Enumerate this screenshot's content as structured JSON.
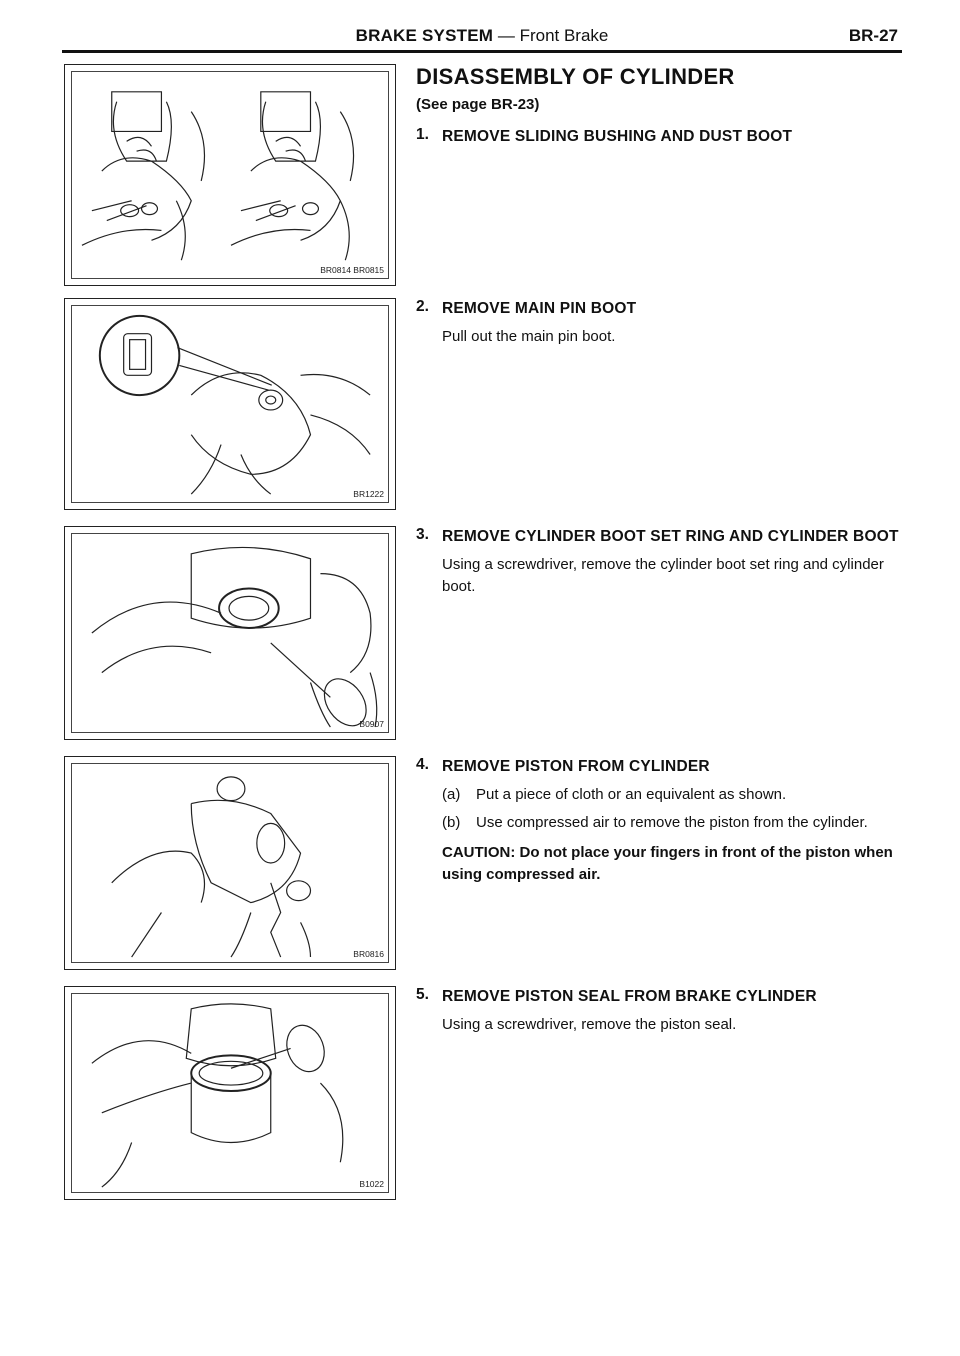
{
  "header": {
    "section": "BRAKE SYSTEM",
    "dash": " — ",
    "subsection": "Front Brake",
    "page": "BR-27"
  },
  "title": "DISASSEMBLY OF CYLINDER",
  "reference": "(See page BR-23)",
  "figures": [
    {
      "code": "BR0814 BR0815"
    },
    {
      "code": "BR1222"
    },
    {
      "code": "B0907"
    },
    {
      "code": "BR0816"
    },
    {
      "code": "B1022"
    }
  ],
  "steps": [
    {
      "num": "1.",
      "heading": "REMOVE SLIDING BUSHING AND DUST BOOT"
    },
    {
      "num": "2.",
      "heading": "REMOVE MAIN PIN BOOT",
      "body": "Pull out the main pin boot."
    },
    {
      "num": "3.",
      "heading": "REMOVE CYLINDER BOOT SET RING AND CYLINDER BOOT",
      "body": "Using a screwdriver, remove the cylinder boot set ring and cylinder boot."
    },
    {
      "num": "4.",
      "heading": "REMOVE PISTON FROM CYLINDER",
      "subs": [
        {
          "label": "(a)",
          "text": "Put a piece of cloth or an equivalent as shown."
        },
        {
          "label": "(b)",
          "text": "Use compressed air to remove the piston from the cylinder."
        }
      ],
      "caution_label": "CAUTION:",
      "caution_text": "Do not place your fingers in front of the piston when using compressed air."
    },
    {
      "num": "5.",
      "heading": "REMOVE PISTON SEAL FROM BRAKE CYLINDER",
      "body": "Using a screwdriver, remove the piston seal."
    }
  ]
}
